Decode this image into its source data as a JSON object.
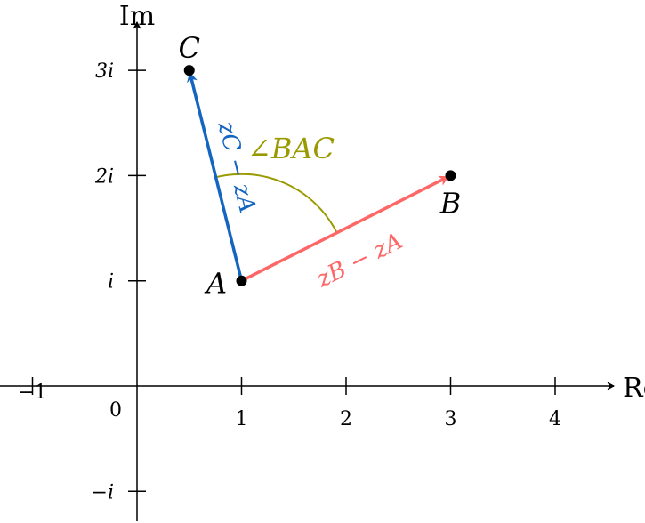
{
  "axes": {
    "x_label": "Re",
    "y_label": "Im",
    "x_ticks": [
      {
        "v": -1,
        "label": "−1"
      },
      {
        "v": 1,
        "label": "1"
      },
      {
        "v": 2,
        "label": "2"
      },
      {
        "v": 3,
        "label": "3"
      },
      {
        "v": 4,
        "label": "4"
      }
    ],
    "y_ticks": [
      {
        "v": -1,
        "label": "−i"
      },
      {
        "v": 1,
        "label": "i"
      },
      {
        "v": 2,
        "label": "2i"
      },
      {
        "v": 3,
        "label": "3i"
      }
    ],
    "origin_label": "0"
  },
  "points": {
    "A": {
      "label": "A",
      "re": 1,
      "im": 1
    },
    "B": {
      "label": "B",
      "re": 3,
      "im": 2
    },
    "C": {
      "label": "C",
      "re": 0.5,
      "im": 3
    }
  },
  "vectors": {
    "AB": {
      "label": "zB − zA",
      "color": "#ff6666"
    },
    "AC": {
      "label": "zC − zA",
      "color": "#1565c0"
    }
  },
  "angle": {
    "label": "∠BAC",
    "color": "#999900"
  }
}
